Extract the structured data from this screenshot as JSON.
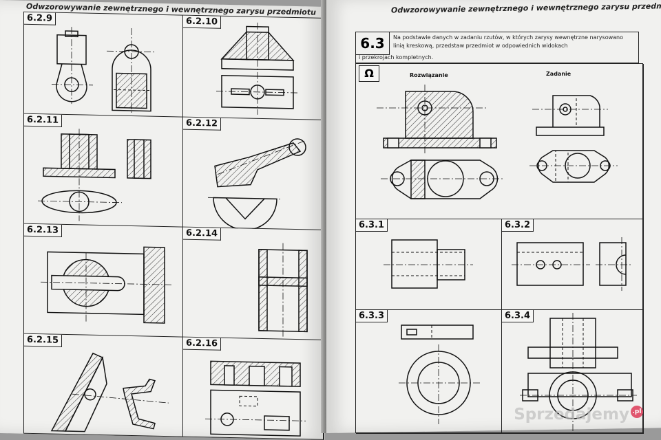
{
  "left_page": {
    "header": "Odwzorowywanie zewnętrznego i wewnętrznego zarysu przedmiotu",
    "cells": [
      "6.2.9",
      "6.2.10",
      "6.2.11",
      "6.2.12",
      "6.2.13",
      "6.2.14",
      "6.2.15",
      "6.2.16"
    ]
  },
  "right_page": {
    "header": "Odwzorowywanie zewnętrznego i wewnętrznego zarysu przedmiotu",
    "task_number": "6.3",
    "task_text": "Na podstawie danych w zadaniu rzutów, w których zarysy wewnętrzne narysowano linią kreskową, przedstaw przedmiot w odpowiednich widokach",
    "task_text_cont": "i przekrojach kompletnych.",
    "example_symbol": "Ω",
    "solution_label": "Rozwiązanie",
    "task_label": "Zadanie",
    "cells": [
      "6.3.1",
      "6.3.2",
      "6.3.3",
      "6.3.4"
    ]
  },
  "watermark": {
    "text": "Sprzedajemy",
    "badge": ".pl"
  }
}
